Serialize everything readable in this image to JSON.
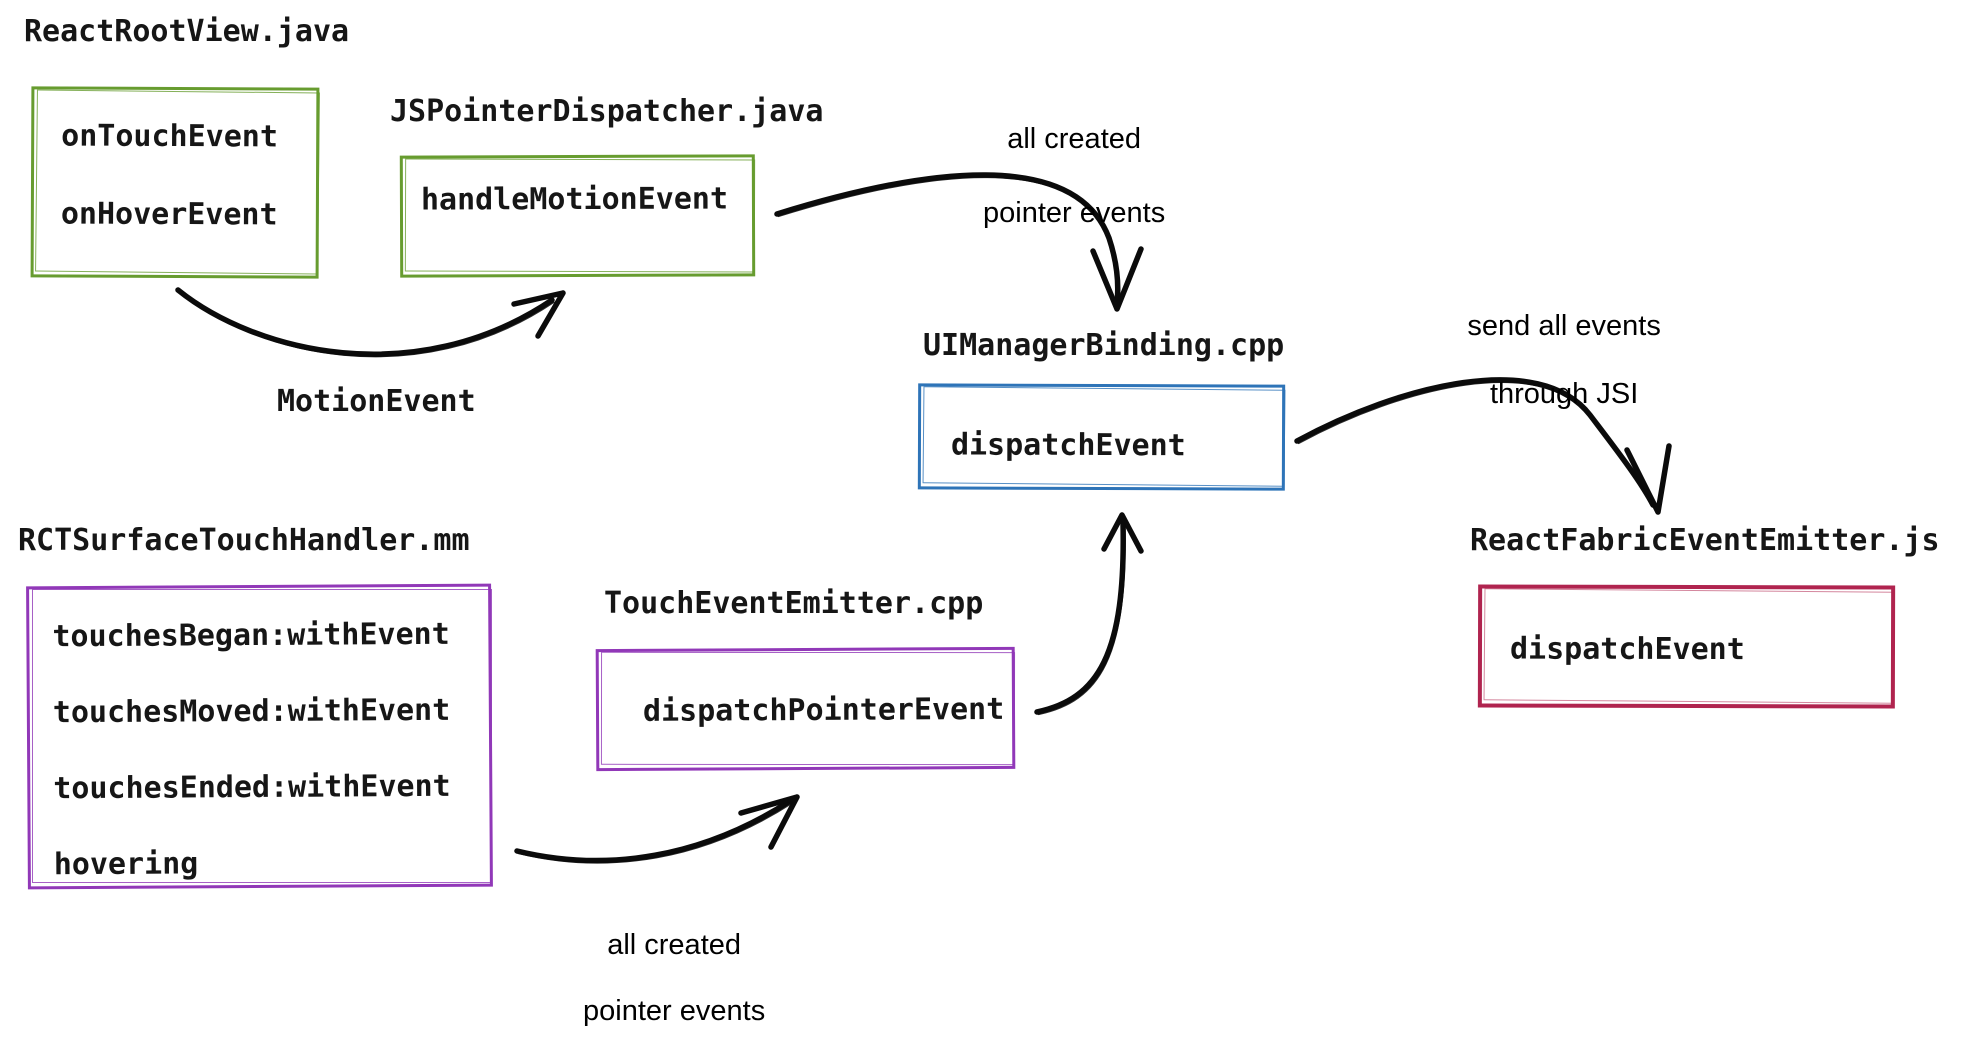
{
  "diagram": {
    "title_context": "React Native pointer event flow",
    "colors": {
      "android_green": "#679c2f",
      "cpp_blue": "#2e74b8",
      "ios_purple": "#9138b8",
      "js_crimson": "#b0244f",
      "arrow_black": "#0b0b0b",
      "background": "#ffffff"
    },
    "nodes": [
      {
        "id": "react-root-view",
        "file": "ReactRootView.java",
        "methods": [
          "onTouchEvent",
          "onHoverEvent"
        ]
      },
      {
        "id": "js-pointer-dispatcher",
        "file": "JSPointerDispatcher.java",
        "methods": [
          "handleMotionEvent"
        ]
      },
      {
        "id": "ui-manager-binding",
        "file": "UIManagerBinding.cpp",
        "methods": [
          "dispatchEvent"
        ]
      },
      {
        "id": "rct-surface-touch-handler",
        "file": "RCTSurfaceTouchHandler.mm",
        "methods": [
          "touchesBegan:withEvent",
          "touchesMoved:withEvent",
          "touchesEnded:withEvent",
          "hovering"
        ]
      },
      {
        "id": "touch-event-emitter",
        "file": "TouchEventEmitter.cpp",
        "methods": [
          "dispatchPointerEvent"
        ]
      },
      {
        "id": "react-fabric-event-emitter",
        "file": "ReactFabricEventEmitter.js",
        "methods": [
          "dispatchEvent"
        ]
      }
    ],
    "edges": [
      {
        "from": "react-root-view",
        "to": "js-pointer-dispatcher",
        "label": "MotionEvent"
      },
      {
        "from": "js-pointer-dispatcher",
        "to": "ui-manager-binding",
        "label": "all created pointer events"
      },
      {
        "from": "rct-surface-touch-handler",
        "to": "touch-event-emitter",
        "label": "all created pointer events"
      },
      {
        "from": "touch-event-emitter",
        "to": "ui-manager-binding",
        "label": ""
      },
      {
        "from": "ui-manager-binding",
        "to": "react-fabric-event-emitter",
        "label": "send all events through JSI"
      }
    ],
    "labels": {
      "motion_event": "MotionEvent",
      "all_created_top_line1": "all created",
      "all_created_top_line2": "pointer events",
      "jsi_line1": "send all events",
      "jsi_line2": "through JSI",
      "all_created_bottom_line1": "all created",
      "all_created_bottom_line2": "pointer events"
    }
  }
}
